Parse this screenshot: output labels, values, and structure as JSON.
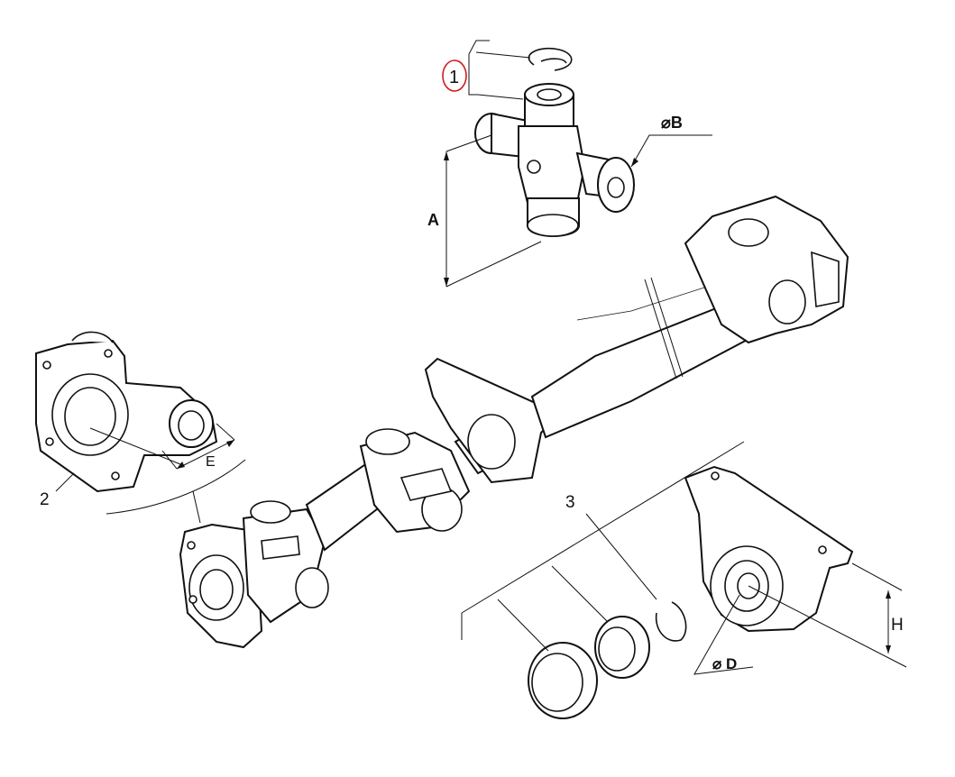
{
  "callouts": {
    "item1": "1",
    "item2": "2",
    "item3": "3",
    "item1_color": "#d11a1a"
  },
  "dimensions": {
    "A": "A",
    "B": "⌀B",
    "D": "⌀ D",
    "E": "E",
    "H": "H"
  }
}
